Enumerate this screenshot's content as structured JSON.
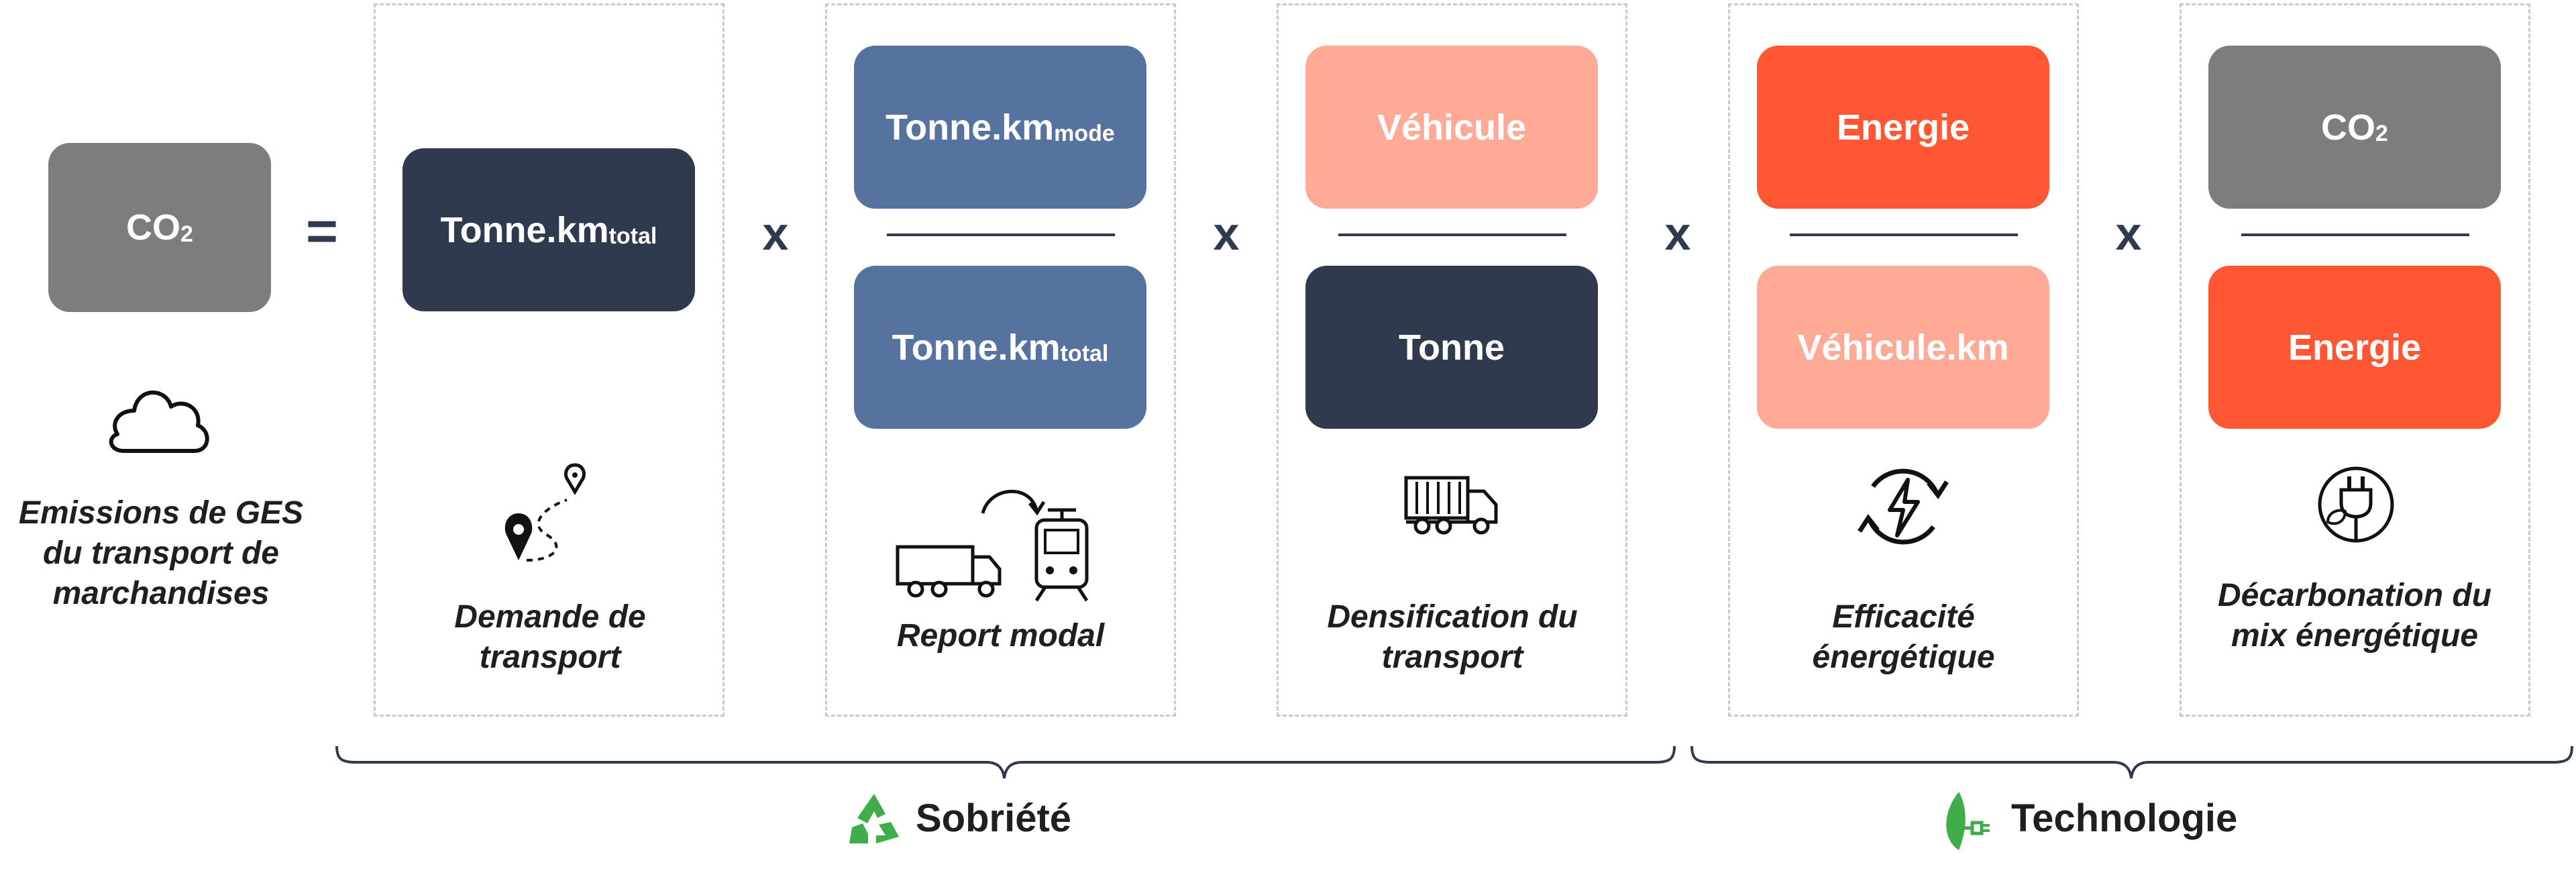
{
  "colors": {
    "gray": "#7d7d7d",
    "navy": "#2f3a4f",
    "steel_blue": "#5673a0",
    "salmon": "#ffaa96",
    "orange": "#ff5733",
    "green": "#3fae49",
    "text": "#1f1f1f"
  },
  "equation": {
    "lhs": {
      "main": "CO",
      "sub": "2",
      "caption": "Emissions de GES du transport de marchandises",
      "icon": "cloud-icon"
    },
    "equals": "=",
    "times": "x"
  },
  "factors": [
    {
      "numerator": {
        "main": "Tonne.km",
        "sub": "total"
      },
      "caption": "Demande de transport",
      "icon": "route-pin-icon"
    },
    {
      "numerator": {
        "main": "Tonne.km",
        "sub": "mode"
      },
      "denominator": {
        "main": "Tonne.km",
        "sub": "total"
      },
      "caption": "Report modal",
      "icon": "truck-to-train-icon"
    },
    {
      "numerator": {
        "main": "Véhicule"
      },
      "denominator": {
        "main": "Tonne"
      },
      "caption": "Densification du transport",
      "icon": "container-truck-icon"
    },
    {
      "numerator": {
        "main": "Energie"
      },
      "denominator": {
        "main": "Véhicule.km"
      },
      "caption": "Efficacité énergétique",
      "icon": "energy-cycle-icon"
    },
    {
      "numerator": {
        "main": "CO",
        "sub": "2"
      },
      "denominator": {
        "main": "Energie"
      },
      "caption": "Décarbonation du mix énergétique",
      "icon": "green-plug-icon"
    }
  ],
  "groups": [
    {
      "label": "Sobriété",
      "icon": "recycle-icon"
    },
    {
      "label": "Technologie",
      "icon": "leaf-plug-icon"
    }
  ]
}
